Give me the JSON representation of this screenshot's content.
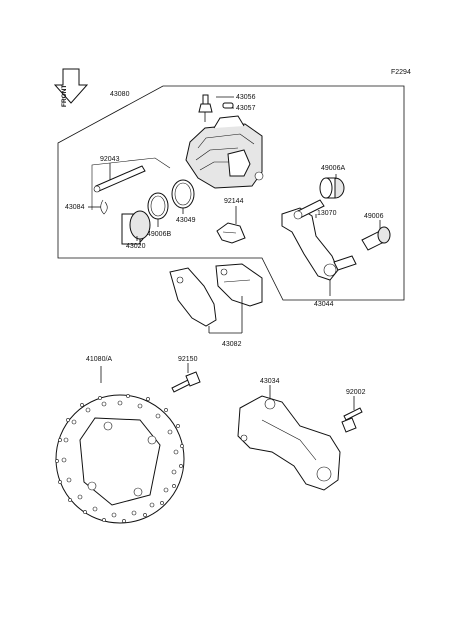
{
  "figure_code": "F2294",
  "front_marker": "FRONT",
  "labels": {
    "caliper_assy": "43080",
    "bleeder_valve": "43056",
    "bleeder_cap": "43057",
    "pin_bolt": "92043",
    "clip": "43084",
    "piston": "43020",
    "piston_seal": "49006B",
    "dust_seal": "43049",
    "pad_spring": "92144",
    "boot_a": "49006A",
    "bracket_shaft": "13070",
    "boot": "49006",
    "caliper_holder": "43044",
    "pad_assy": "43082",
    "disc": "41080/A",
    "disc_bolt": "92150",
    "caliper_bracket": "43034",
    "bracket_bolt": "92002"
  }
}
